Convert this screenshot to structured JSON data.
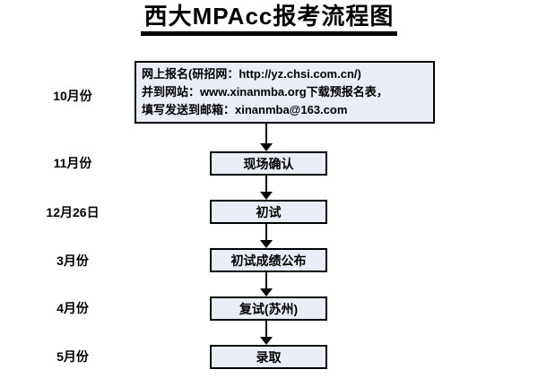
{
  "title": {
    "text": "西大MPAcc报考流程图"
  },
  "timeline": {
    "labels": [
      "10月份",
      "11月份",
      "12月26日",
      "3月份",
      "4月份",
      "5月份"
    ]
  },
  "flow": {
    "start_box": {
      "lines": [
        "网上报名(研招网：http://yz.chsi.com.cn/)",
        "并到网站：www.xinanmba.org下载预报名表，",
        "填写发送到邮箱：xinanmba@163.com"
      ]
    },
    "steps": [
      {
        "label": "现场确认"
      },
      {
        "label": "初试"
      },
      {
        "label": "初试成绩公布"
      },
      {
        "label": "复试(苏州)"
      },
      {
        "label": "录取"
      }
    ]
  },
  "colors": {
    "background": "#ffffff",
    "text": "#000000",
    "box_fill": "#e9edf6",
    "box_border": "#000000",
    "arrow": "#000000"
  }
}
